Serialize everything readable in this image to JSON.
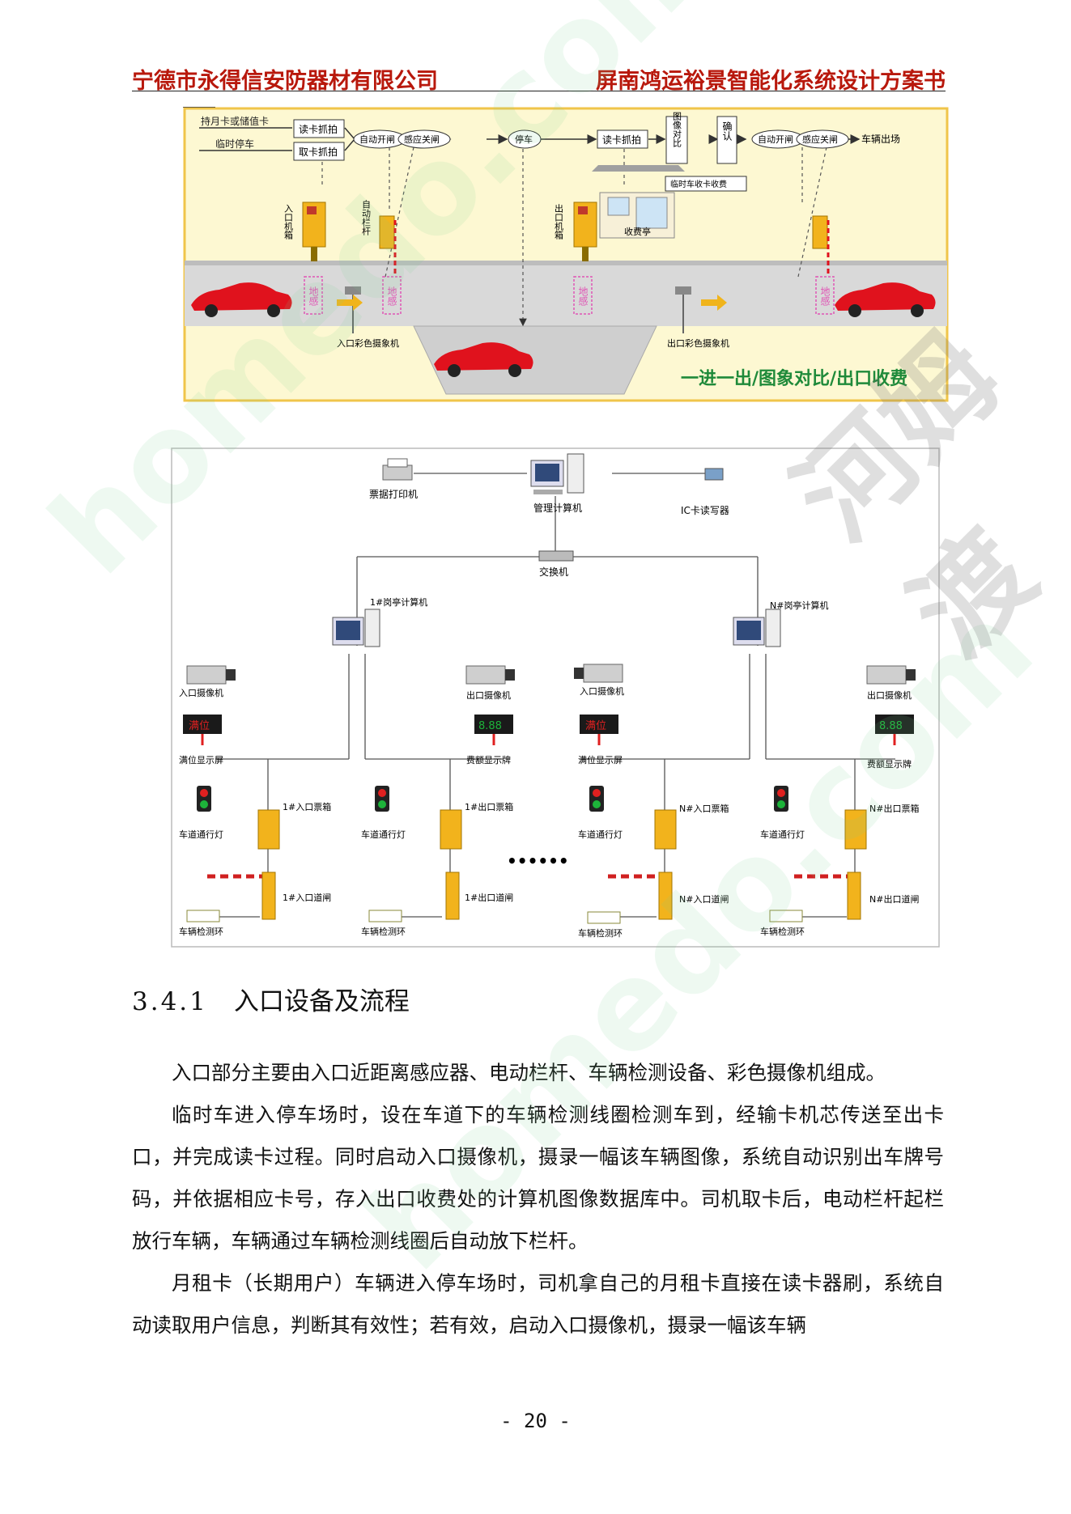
{
  "header": {
    "left": "宁德市永得信安防器材有限公司",
    "right": "屏南鸿运裕景智能化系统设计方案书"
  },
  "flow": {
    "monthly_card": "持月卡或储值卡",
    "temp_parking": "临时停车",
    "read_card_capture_in": "读卡抓拍",
    "take_card_capture": "取卡抓拍",
    "auto_open_in": "自动开闸",
    "sense_close_in": "感应关闸",
    "park": "停车",
    "read_card_capture_out": "读卡抓拍",
    "image_compare": "图像对比",
    "confirm": "确认",
    "auto_open_out": "自动开闸",
    "sense_close_out": "感应关闸",
    "vehicle_exit": "车辆出场",
    "entry_box": "入口机箱",
    "auto_barrier": "自动栏杆",
    "exit_box": "出口机箱",
    "temp_fee": "临时车收卡收费",
    "toll_booth": "收费亭",
    "loop": "地感",
    "entry_camera": "入口彩色摄象机",
    "exit_camera": "出口彩色摄象机",
    "slogan": "一进一出/图象对比/出口收费"
  },
  "network": {
    "ticket_printer": "票据打印机",
    "mgmt_pc": "管理计算机",
    "ic_reader": "IC卡读写器",
    "switch": "交换机",
    "booth1": "1#岗亭计算机",
    "boothN": "N#岗亭计算机",
    "entry_cam": "入口摄像机",
    "exit_cam": "出口摄像机",
    "space_display": "满位显示屏",
    "fee_display": "费额显示牌",
    "lane_light": "车道通行灯",
    "entry_box1": "1#入口票箱",
    "exit_box1": "1#出口票箱",
    "entry_boxN": "N#入口票箱",
    "exit_boxN": "N#出口票箱",
    "entry_gate1": "1#入口道闸",
    "exit_gate1": "1#出口道闸",
    "entry_gateN": "N#入口道闸",
    "exit_gateN": "N#出口道闸",
    "loop_detector": "车辆检测环",
    "full_text": "满位",
    "fee_digits": "8.88",
    "ellipsis": "••••••"
  },
  "section": {
    "number": "3.4.1",
    "title": "入口设备及流程"
  },
  "paragraphs": [
    "入口部分主要由入口近距离感应器、电动栏杆、车辆检测设备、彩色摄像机组成。",
    "临时车进入停车场时，设在车道下的车辆检测线圈检测车到，经输卡机芯传送至出卡口，并完成读卡过程。同时启动入口摄像机，摄录一幅该车辆图像，系统自动识别出车牌号码，并依据相应卡号，存入出口收费处的计算机图像数据库中。司机取卡后，电动栏杆起栏放行车辆，车辆通过车辆检测线圈后自动放下栏杆。",
    "月租卡（长期用户）车辆进入停车场时，司机拿自己的月租卡直接在读卡器刷，系统自动读取用户信息，判断其有效性；若有效，启动入口摄像机，摄录一幅该车辆"
  ],
  "page_number": "- 20 -",
  "watermark": {
    "site": "homedo.com",
    "brand": "河姆渡"
  },
  "colors": {
    "header_red": "#b8180c",
    "panel_bg": "#fdf8d2",
    "panel_border": "#f0c54a",
    "road": "#d9d9d9",
    "slogan_green": "#1f8a3a",
    "car_red": "#e0121d"
  }
}
